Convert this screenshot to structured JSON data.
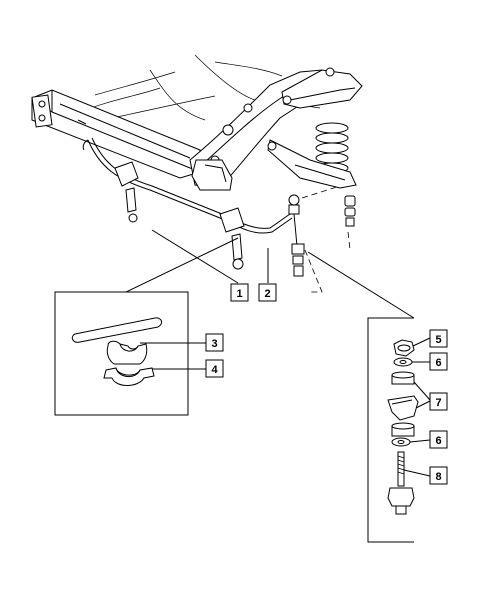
{
  "callouts": {
    "c1": "1",
    "c2": "2",
    "c3": "3",
    "c4": "4",
    "c5": "5",
    "c6a": "6",
    "c7": "7",
    "c6b": "6",
    "c8": "8"
  }
}
